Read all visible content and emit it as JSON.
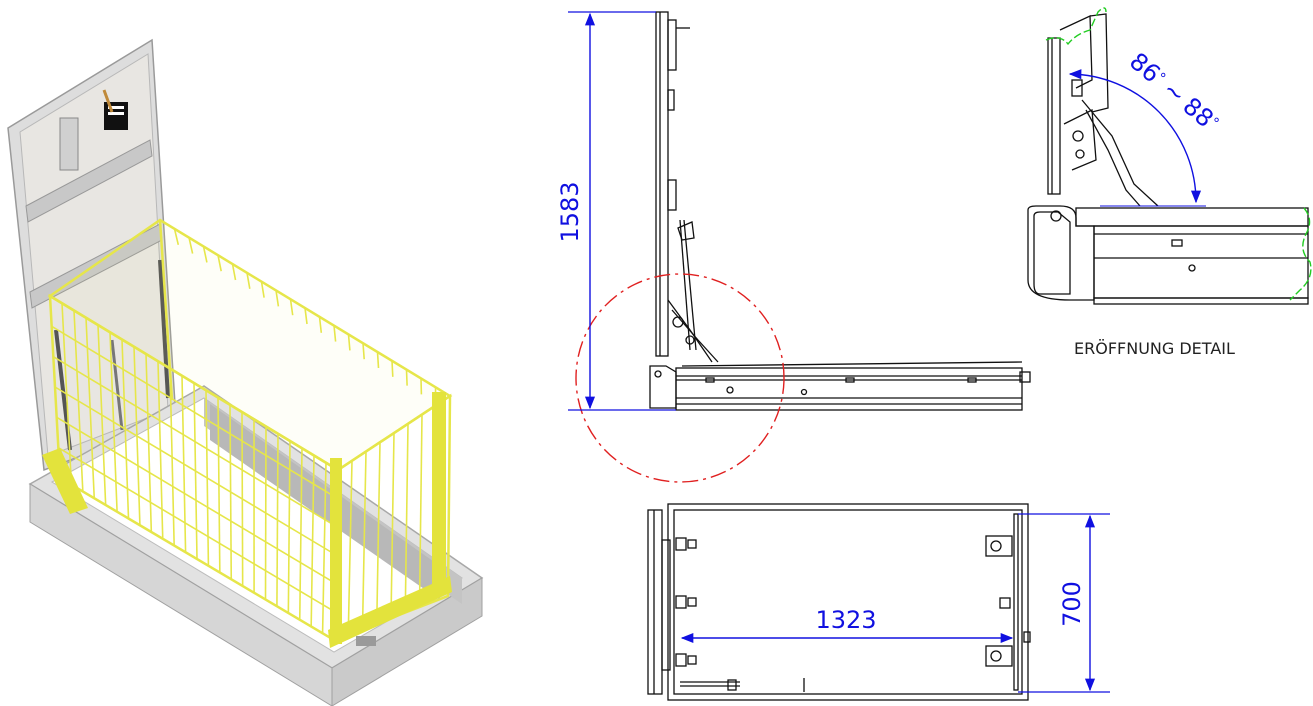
{
  "dimensions": {
    "height": "1583",
    "length": "1323",
    "width": "700",
    "angle_min": "86",
    "angle_max": "88",
    "angle_unit": "°",
    "angle_sep": "~"
  },
  "detail_caption": "ERÖFFNUNG DETAIL",
  "colors": {
    "dimension": "#1010e0",
    "detail_circle": "#e02020",
    "break_line": "#22cc22",
    "railing": "#e8e85a",
    "frame": "#dcdcdc",
    "line": "#111111"
  }
}
